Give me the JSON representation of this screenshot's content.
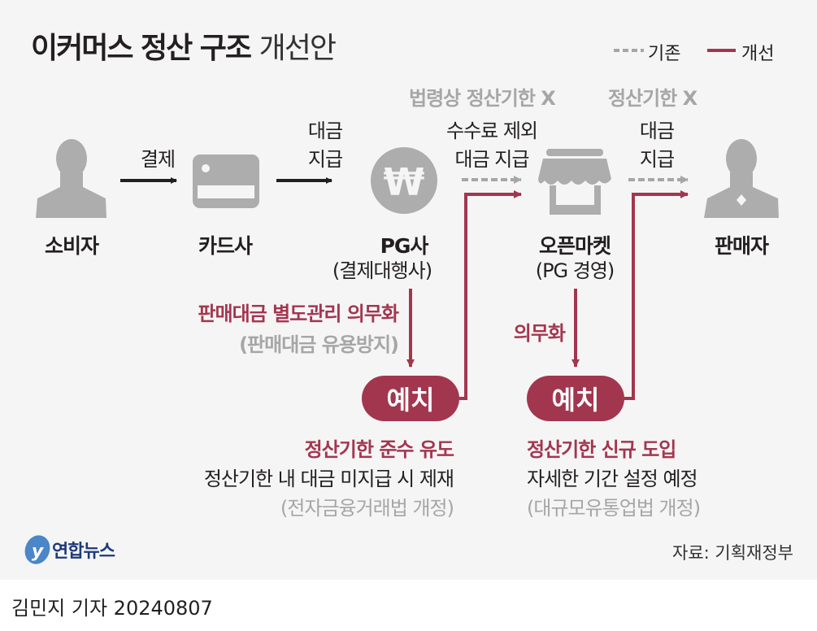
{
  "title": {
    "bold": "이커머스 정산 구조",
    "light": "개선안"
  },
  "legend": {
    "existing": "기존",
    "improved": "개선"
  },
  "notes": {
    "left_x": "법령상 정산기한 X",
    "right_x": "정산기한 X"
  },
  "nodes": {
    "consumer": "소비자",
    "card": "카드사",
    "pg": "PG사",
    "pg_sub": "(결제대행사)",
    "market": "오픈마켓",
    "market_sub": "(PG 경영)",
    "seller": "판매자"
  },
  "flows": {
    "pay": "결제",
    "pay1_l1": "대금",
    "pay1_l2": "지급",
    "pay2_l1": "수수료 제외",
    "pay2_l2": "대금 지급",
    "pay3_l1": "대금",
    "pay3_l2": "지급"
  },
  "left": {
    "mandate": "판매대금 별도관리 의무화",
    "mandate_sub": "(판매대금 유용방지)",
    "deposit": "예치",
    "h": "정산기한 준수 유도",
    "l1": "정산기한 내 대금 미지급 시 제재",
    "l2": "(전자금융거래법 개정)"
  },
  "right": {
    "mandate": "의무화",
    "deposit": "예치",
    "h": "정산기한 신규 도입",
    "l1": "자세한 기간 설정 예정",
    "l2": "(대규모유통업법 개정)"
  },
  "source": "자료: 기획재정부",
  "logo": "연합뉴스",
  "byline": {
    "author": "김민지 기자",
    "date": "20240807"
  },
  "colors": {
    "red": "#a3364f",
    "gray": "#a6a6a6",
    "bg": "#f5f5f5"
  }
}
